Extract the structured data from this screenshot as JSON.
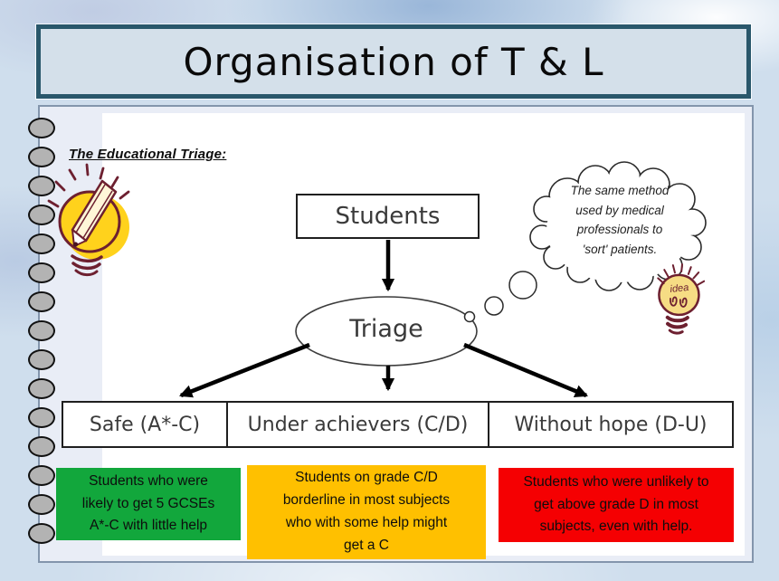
{
  "slide": {
    "title": "Organisation of T & L"
  },
  "page": {
    "heading": "The Educational Triage:",
    "flowchart": {
      "students": "Students",
      "triage": "Triage",
      "categories": [
        {
          "label": "Safe (A*-C)"
        },
        {
          "label": "Under achievers (C/D)"
        },
        {
          "label": "Without hope (D-U)"
        }
      ]
    },
    "thought_bubble": "The same method\nused by medical\nprofessionals to\n'sort' patients.",
    "idea_bulb": "idea",
    "outcomes": [
      {
        "color": "#12a73c",
        "text": "Students who were\nlikely to get 5 GCSEs\nA*-C with little help"
      },
      {
        "color": "#ffc000",
        "text": "Students on grade C/D\nborderline in most subjects\nwho with some help might\nget a C"
      },
      {
        "color": "#f50002",
        "text": "Students who were unlikely to\nget above grade D in most\nsubjects, even with help."
      }
    ]
  },
  "theme": {
    "banner_fill": "#d4e0ea",
    "banner_border": "#29576b",
    "page_fill": "#e9edf6",
    "page_border": "#8395ac",
    "hole_fill": "#b3b3b3",
    "doodle_outline": "#6d2030",
    "doodle_yellow": "#ffd21c"
  }
}
